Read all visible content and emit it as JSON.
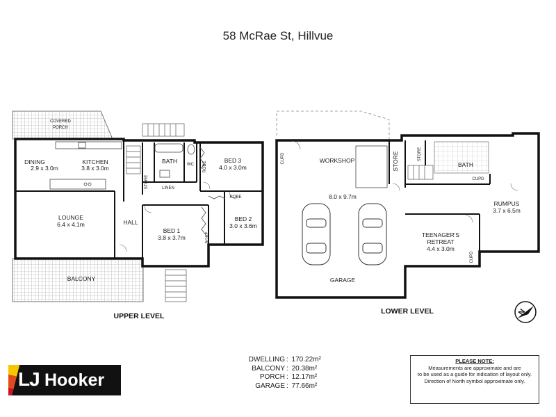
{
  "title": "58 McRae St, Hillvue",
  "upper_level": {
    "label": "UPPER LEVEL",
    "rooms": [
      {
        "name": "COVERED",
        "line2": "PORCH"
      },
      {
        "name": "DINING",
        "dims": "2.9 x 3.0m"
      },
      {
        "name": "KITCHEN",
        "dims": "3.8 x 3.0m"
      },
      {
        "name": "LOUNGE",
        "dims": "6.4 x 4.1m"
      },
      {
        "name": "HALL"
      },
      {
        "name": "BED 1",
        "dims": "3.8 x 3.7m"
      },
      {
        "name": "BED 2",
        "dims": "3.0 x 3.6m"
      },
      {
        "name": "BED 3",
        "dims": "4.0 x 3.0m"
      },
      {
        "name": "BATH"
      },
      {
        "name": "WC"
      },
      {
        "name": "LINEN"
      },
      {
        "name": "STORE"
      },
      {
        "name": "ROBE"
      },
      {
        "name": "BALCONY"
      }
    ]
  },
  "lower_level": {
    "label": "LOWER LEVEL",
    "rooms": [
      {
        "name": "WORKSHOP"
      },
      {
        "name": "GARAGE",
        "dims": "8.0 x 9.7m"
      },
      {
        "name": "STORE"
      },
      {
        "name": "BATH"
      },
      {
        "name": "CUPD"
      },
      {
        "name": "RUMPUS",
        "dims": "3.7 x 6.5m"
      },
      {
        "name": "TEENAGER'S",
        "line2": "RETREAT",
        "dims": "4.4 x 3.0m"
      }
    ]
  },
  "compass": {
    "letter": "N"
  },
  "areas": [
    {
      "label": "DWELLING",
      "value": "170.22m²"
    },
    {
      "label": "BALCONY",
      "value": "20.38m²"
    },
    {
      "label": "PORCH",
      "value": "12.17m²"
    },
    {
      "label": "GARAGE",
      "value": "77.66m²"
    }
  ],
  "note": {
    "heading": "PLEASE NOTE:",
    "line1": "Measurements are approximate and are",
    "line2": "to be used as a guide for indication of layout only.",
    "line3": "Direction of North symbol approximate only."
  },
  "brand": {
    "lj": "LJ",
    "name": "Hooker",
    "stripe_colors": [
      "#f6c600",
      "#e34a1b",
      "#c8171e"
    ]
  }
}
